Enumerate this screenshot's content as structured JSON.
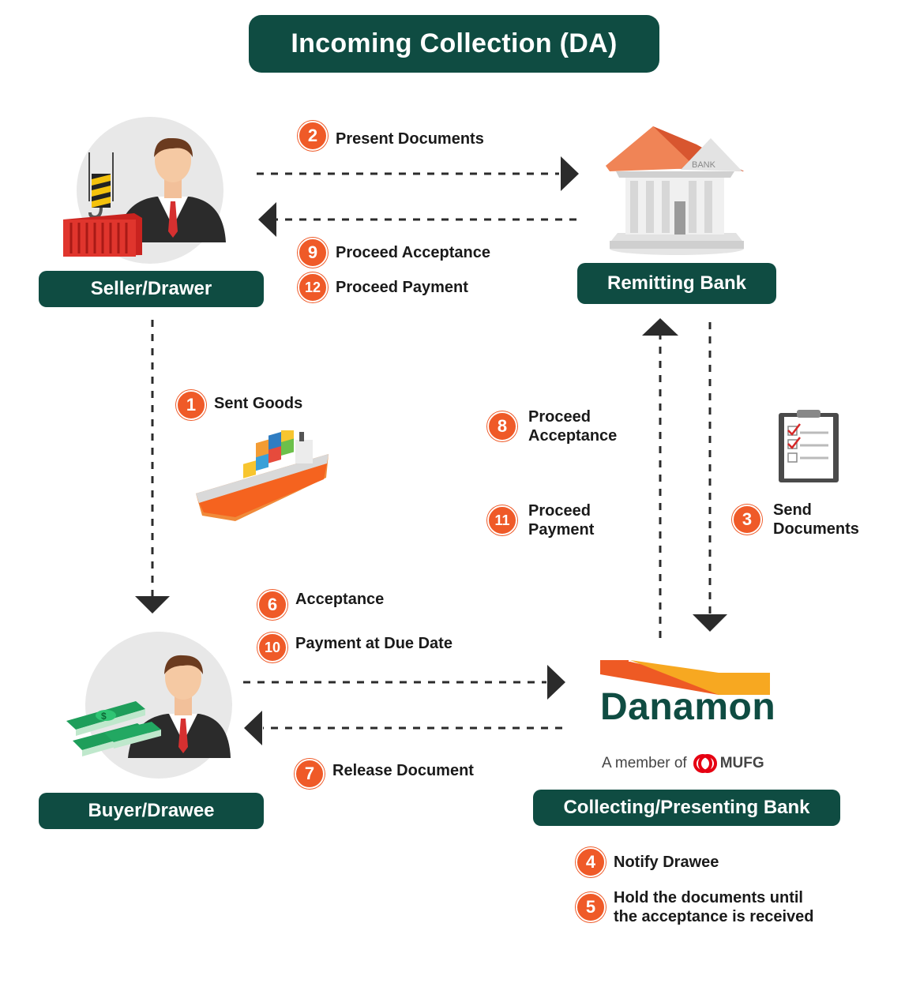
{
  "title": "Incoming Collection (DA)",
  "parties": {
    "seller": "Seller/Drawer",
    "remitting_bank": "Remitting Bank",
    "buyer": "Buyer/Drawee",
    "collecting_bank": "Collecting/Presenting Bank"
  },
  "logo": {
    "name": "Danamon",
    "member_text": "A member of",
    "mufg": "MUFG"
  },
  "bank_sign": "BANK",
  "steps": {
    "s1": {
      "num": "1",
      "text": "Sent Goods"
    },
    "s2": {
      "num": "2",
      "text": "Present Documents"
    },
    "s3": {
      "num": "3",
      "line1": "Send",
      "line2": "Documents"
    },
    "s4": {
      "num": "4",
      "text": "Notify Drawee"
    },
    "s5": {
      "num": "5",
      "line1": "Hold the documents until",
      "line2": "the acceptance is received"
    },
    "s6": {
      "num": "6",
      "text": "Acceptance"
    },
    "s7": {
      "num": "7",
      "text": "Release Document"
    },
    "s8": {
      "num": "8",
      "line1": "Proceed",
      "line2": "Acceptance"
    },
    "s9": {
      "num": "9",
      "text": "Proceed Acceptance"
    },
    "s10": {
      "num": "10",
      "text": "Payment at Due Date"
    },
    "s11": {
      "num": "11",
      "line1": "Proceed",
      "line2": "Payment"
    },
    "s12": {
      "num": "12",
      "text": "Proceed Payment"
    }
  },
  "colors": {
    "primary": "#0f4c42",
    "accent": "#ef5a28",
    "arrow": "#2b2b2b"
  }
}
